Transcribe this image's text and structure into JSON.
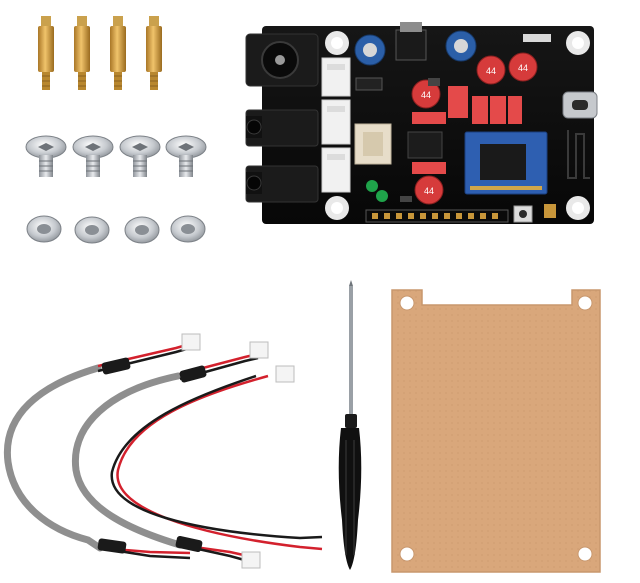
{
  "scene": {
    "description_free": true,
    "colors": {
      "background": "#ffffff",
      "pcb": "#0c0c0c",
      "brass": "#c8963a",
      "steel": "#b9bdc2",
      "acrylic_protective_film": "#d8a77c",
      "wire_gray": "#8f8f8f",
      "wire_red": "#d3212d",
      "wire_black": "#1a1a1a",
      "connector_white": "#f2f2f2",
      "capacitor_red": "#d23a3a",
      "capacitor_blue": "#2a5ea8",
      "relay_red": "#e04a4a",
      "led_green": "#1fa34a",
      "screwdriver_handle": "#101010",
      "screwdriver_shaft": "#9aa0a6"
    },
    "counts": {
      "standoffs": 4,
      "screws": 4,
      "nuts": 4,
      "cables": 2
    }
  },
  "pcb": {
    "silk_markers": [
      "44",
      "44",
      "44",
      "44"
    ]
  }
}
